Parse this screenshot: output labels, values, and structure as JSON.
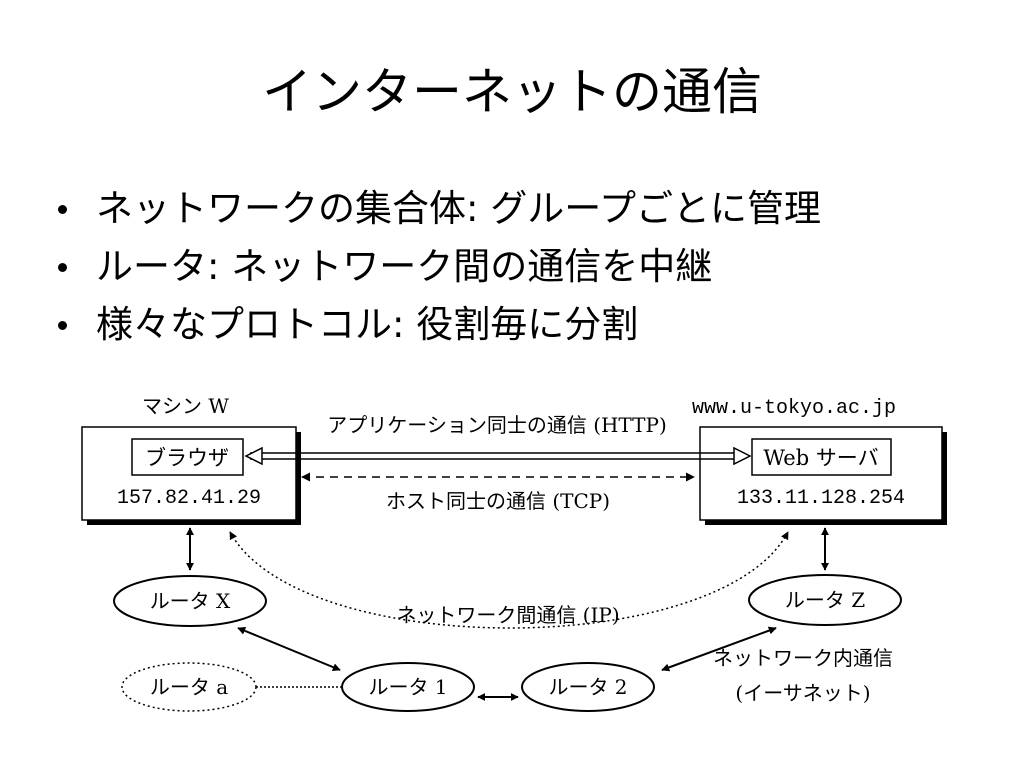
{
  "slide": {
    "title": "インターネットの通信",
    "bullets": [
      "ネットワークの集合体: グループごとに管理",
      "ルータ: ネットワーク間の通信を中継",
      "様々なプロトコル: 役割毎に分割"
    ]
  },
  "diagram": {
    "machine_w": {
      "caption": "マシン W",
      "app_label": "ブラウザ",
      "ip": "157.82.41.29"
    },
    "server": {
      "caption": "www.u-tokyo.ac.jp",
      "app_label": "Web サーバ",
      "ip": "133.11.128.254"
    },
    "links": {
      "http": "アプリケーション同士の通信 (HTTP)",
      "tcp": "ホスト同士の通信 (TCP)",
      "ip": "ネットワーク間通信 (IP)",
      "lan_line1": "ネットワーク内通信",
      "lan_line2": "(イーサネット)"
    },
    "routers": {
      "x": "ルータ X",
      "z": "ルータ Z",
      "a": "ルータ a",
      "r1": "ルータ 1",
      "r2": "ルータ 2"
    }
  }
}
